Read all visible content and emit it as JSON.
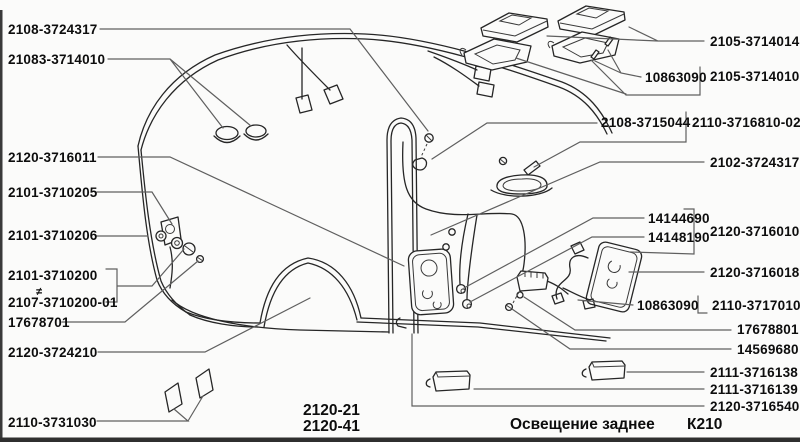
{
  "diagram": {
    "caption": "Освещение заднее",
    "sheet_code": "К210",
    "variant_codes": [
      "2120-21",
      "2120-41"
    ],
    "note_symbol": "≠",
    "colors": {
      "background": "#fbfbfa",
      "artwork_line": "#262626",
      "leader_line": "#5f5f5f",
      "label_text": "#0d0d0d",
      "edge_bar": "#333333"
    },
    "callouts": {
      "left": [
        "2108-3724317",
        "21083-3714010",
        "2120-3716011",
        "2101-3710205",
        "2101-3710206",
        "2101-3710200",
        "2107-3710200-01",
        "17678701",
        "2120-3724210",
        "2110-3731030"
      ],
      "right": [
        "2105-3714014",
        "10863090",
        "2105-3714010",
        "2108-3715044",
        "2110-3716810-02",
        "2102-3724317",
        "14144690",
        "14148190",
        "2120-3716010",
        "2120-3716018",
        "10863090",
        "2110-3717010",
        "17678801",
        "14569680",
        "2111-3716138",
        "2111-3716139",
        "2120-3716540"
      ]
    }
  }
}
